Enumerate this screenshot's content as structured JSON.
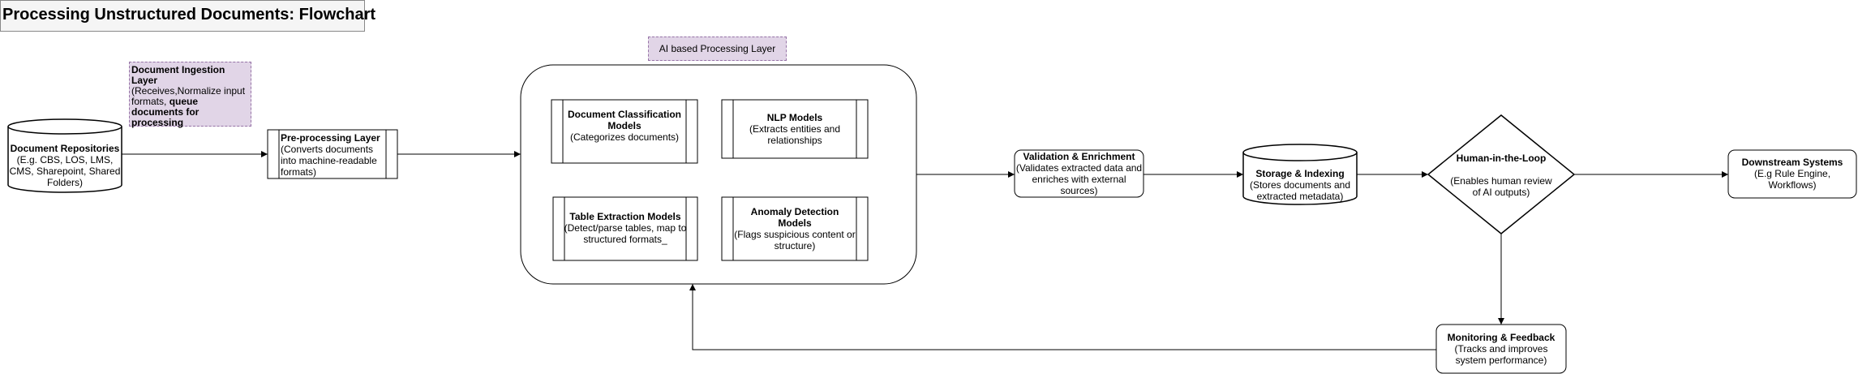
{
  "title": "Processing Unstructured Documents: Flowchart",
  "notes": {
    "ingestion": {
      "title": "Document Ingestion Layer",
      "desc_normal": "(Receives,Normalize input formats, ",
      "desc_bold": "queue documents for processing"
    },
    "ai_layer": "AI based Processing Layer"
  },
  "nodes": {
    "repositories": {
      "title": "Document Repositories",
      "desc": "(E.g. CBS, LOS, LMS, CMS, Sharepoint, Shared Folders)"
    },
    "preprocessing": {
      "title": "Pre-processing Layer",
      "desc": "(Converts documents into machine-readable formats)"
    },
    "classification": {
      "title": "Document Classification Models",
      "desc": "(Categorizes documents)"
    },
    "nlp": {
      "title": "NLP Models",
      "desc": "(Extracts entities and relationships"
    },
    "table_extraction": {
      "title": "Table Extraction Models",
      "desc": "(Detect/parse tables, map to structured formats_"
    },
    "anomaly": {
      "title": "Anomaly Detection Models",
      "desc": "(Flags suspicious content or structure)"
    },
    "validation": {
      "title": "Validation & Enrichment",
      "desc": "(Validates extracted data and enriches with external sources)"
    },
    "storage": {
      "title": "Storage & Indexing",
      "desc": "(Stores documents and extracted metadata)"
    },
    "human_loop": {
      "title": "Human-in-the-Loop",
      "desc": "(Enables human review of AI outputs)"
    },
    "downstream": {
      "title": "Downstream Systems",
      "desc": "(E.g Rule Engine, Workflows)"
    },
    "monitoring": {
      "title": "Monitoring & Feedback",
      "desc": "(Tracks and improves system performance)"
    }
  },
  "colors": {
    "note_fill": "#e1d5e7",
    "note_border": "#9673a6",
    "title_fill": "#f5f5f5",
    "stroke": "#000000"
  }
}
